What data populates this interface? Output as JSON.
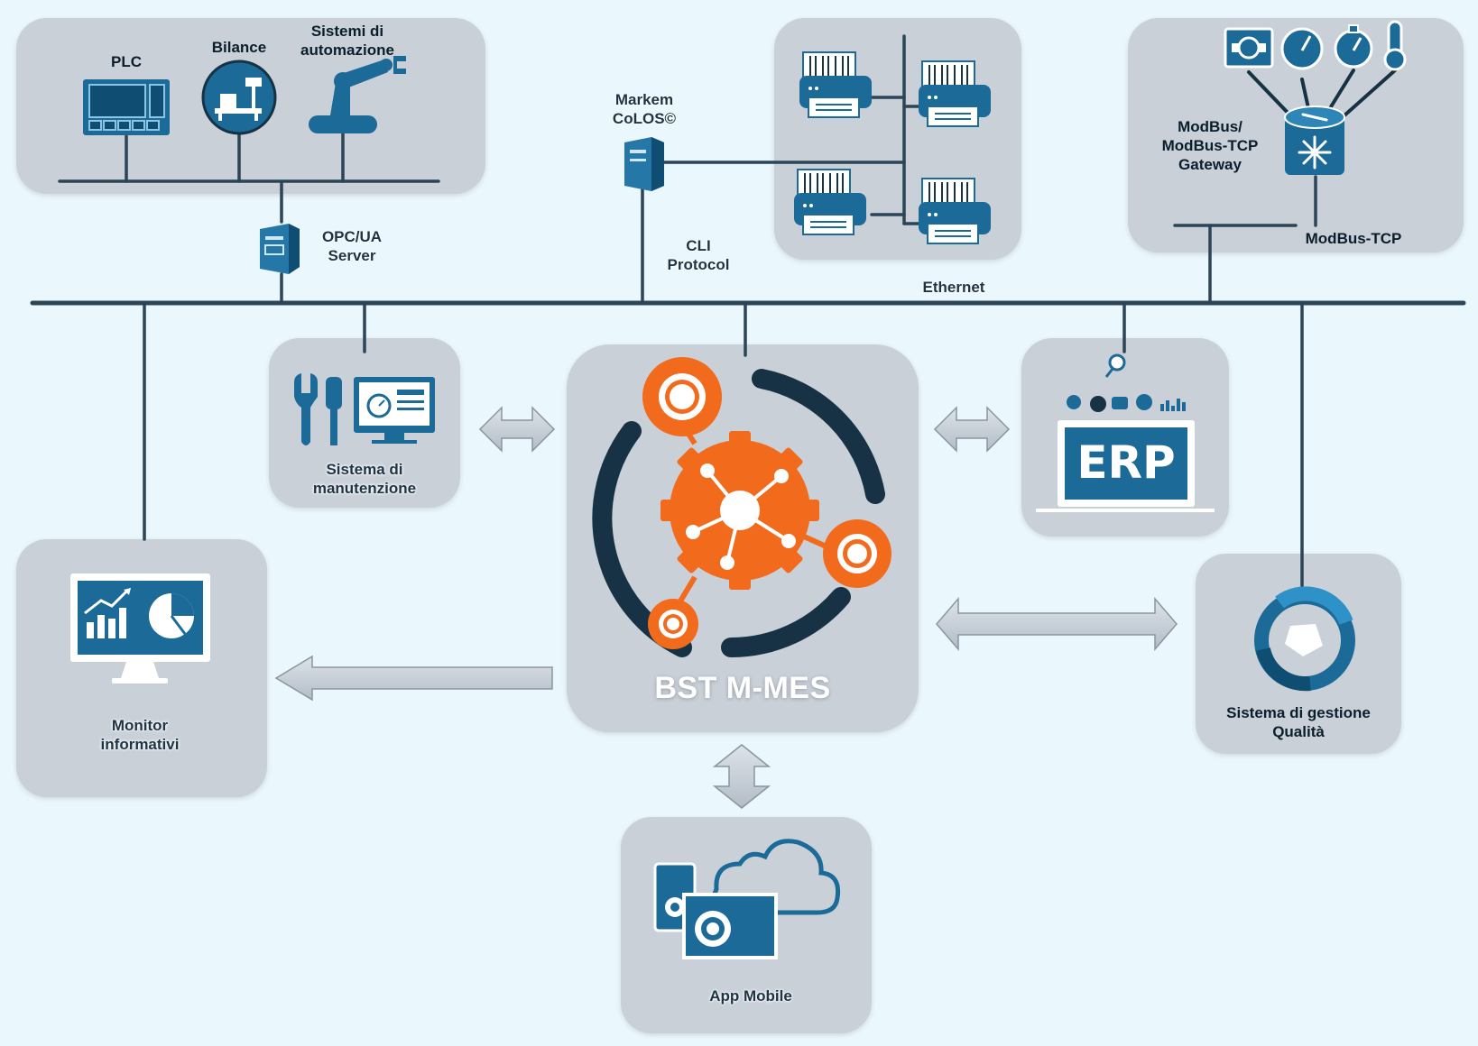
{
  "diagram": {
    "field_group": {
      "plc": "PLC",
      "bilance": "Bilance",
      "automazione_line1": "Sistemi di",
      "automazione_line2": "automazione"
    },
    "opc": {
      "line1": "OPC/UA",
      "line2": "Server"
    },
    "markem": {
      "line1": "Markem",
      "line2": "CoLOS©"
    },
    "cli": {
      "line1": "CLI",
      "line2": "Protocol"
    },
    "ethernet": "Ethernet",
    "modbus": {
      "gateway_line1": "ModBus/",
      "gateway_line2": "ModBus-TCP",
      "gateway_line3": "Gateway",
      "tcp": "ModBus-TCP"
    },
    "manutenzione": {
      "line1": "Sistema di",
      "line2": "manutenzione"
    },
    "core": {
      "title": "BST M-MES"
    },
    "erp": {
      "screen_text": "ERP"
    },
    "monitor": {
      "line1": "Monitor",
      "line2": "informativi"
    },
    "qualita": {
      "line1": "Sistema di gestione",
      "line2": "Qualità"
    },
    "mobile": {
      "label": "App Mobile"
    }
  },
  "colors": {
    "background": "#eaf7fd",
    "box": "#c9d0d8",
    "line": "#2b4456",
    "icon_blue": "#1b6a97",
    "accent_orange": "#f26b1d",
    "ring_dark": "#163244"
  }
}
